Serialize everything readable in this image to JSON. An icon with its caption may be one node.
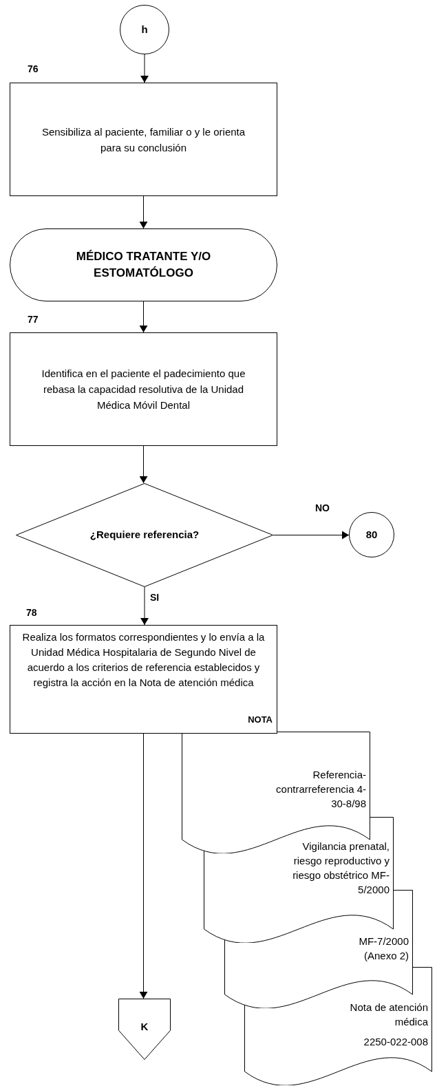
{
  "diagram": {
    "nodes": [
      {
        "text": [
          "h"
        ]
      },
      {
        "text": [
          "Sensibiliza al paciente, familiar o y le orienta para su conclusión"
        ]
      },
      {
        "text": [
          "MÉDICO TRATANTE Y/O ESTOMATÓLOGO"
        ]
      },
      {
        "text": [
          "Identifica en el paciente el padecimiento que rebasa la capacidad resolutiva de la Unidad Médica Móvil Dental"
        ]
      },
      {
        "text": [
          "¿Requiere referencia?"
        ]
      },
      {
        "text": [
          "80"
        ]
      },
      {
        "text": [
          "Realiza los formatos correspondientes y lo envía a la Unidad Médica Hospitalaria de Segundo Nivel de acuerdo a los criterios de referencia establecidos y registra la acción en la Nota de atención médica",
          "NOTA"
        ]
      },
      {
        "text": [
          "Referencia- contrarreferencia 4- 30-8/98"
        ]
      },
      {
        "text": [
          "Vigilancia prenatal, riesgo reproductivo y riesgo obstétrico MF- 5/2000"
        ]
      },
      {
        "text": [
          "MF-7/2000 (Anexo 2)"
        ]
      },
      {
        "text": [
          "Nota de atención médica",
          "2250-022-008"
        ]
      },
      {
        "text": [
          "K"
        ]
      }
    ],
    "edges": [
      {
        "from": 0,
        "to": 1,
        "arrow": "to"
      },
      {
        "from": 1,
        "to": 2,
        "arrow": "to"
      },
      {
        "from": 2,
        "to": 3,
        "arrow": "to"
      },
      {
        "from": 3,
        "to": 4,
        "arrow": "to"
      },
      {
        "from": 4,
        "to": 5,
        "arrow": "to",
        "label": "NO"
      },
      {
        "from": 4,
        "to": 6,
        "arrow": "to",
        "label": "SI"
      },
      {
        "from": 6,
        "to": 11,
        "arrow": "to"
      }
    ],
    "labels": [
      "76",
      "77",
      "78"
    ]
  }
}
